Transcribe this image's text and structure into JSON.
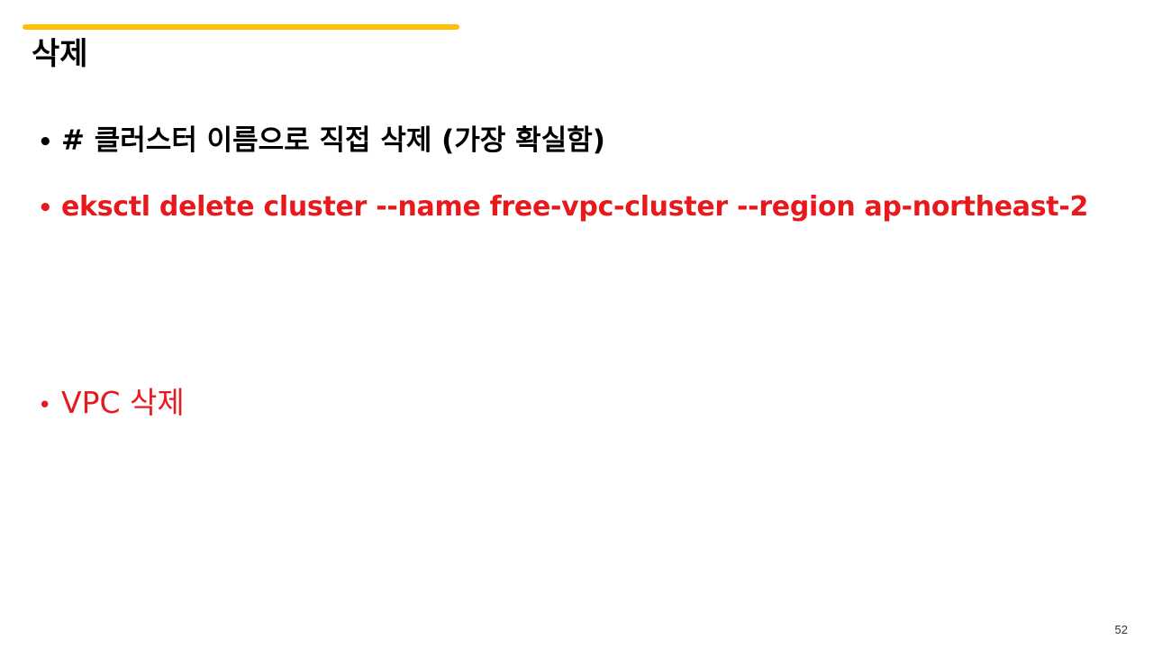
{
  "slide": {
    "title": "삭제",
    "accent_color": "#ffc000",
    "bullets": [
      {
        "symbol": "•",
        "text": "# 클러스터 이름으로 직접 삭제 (가장 확실함)",
        "color": "#000000"
      },
      {
        "symbol": "•",
        "text": "eksctl delete cluster --name free-vpc-cluster --region ap-northeast-2",
        "color": "#e8191c"
      },
      {
        "symbol": "•",
        "text": "VPC 삭제",
        "color": "#e8191c"
      }
    ],
    "page_number": "52"
  }
}
